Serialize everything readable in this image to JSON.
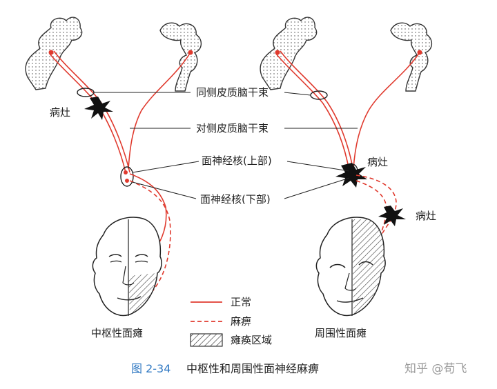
{
  "labels": {
    "lesion_left": "病灶",
    "lesion_right_upper": "病灶",
    "lesion_right_lower": "病灶",
    "ipsilateral_tract": "同侧皮质脑干束",
    "contralateral_tract": "对侧皮质脑干束",
    "facial_nucleus_upper": "面神经核(上部)",
    "facial_nucleus_lower": "面神经核(下部)",
    "central_palsy": "中枢性面瘫",
    "peripheral_palsy": "周围性面瘫"
  },
  "legend": {
    "normal": "正常",
    "paralysis": "麻痹",
    "paralyzed_area": "瘫痪区域"
  },
  "caption": {
    "figure_number": "图 2-34",
    "title": "中枢性和周围性面神经麻痹"
  },
  "watermark": "知乎 @苟飞",
  "colors": {
    "nerve_red": "#e03a2e",
    "ink": "#222222",
    "caption_blue": "#2f78c2"
  }
}
